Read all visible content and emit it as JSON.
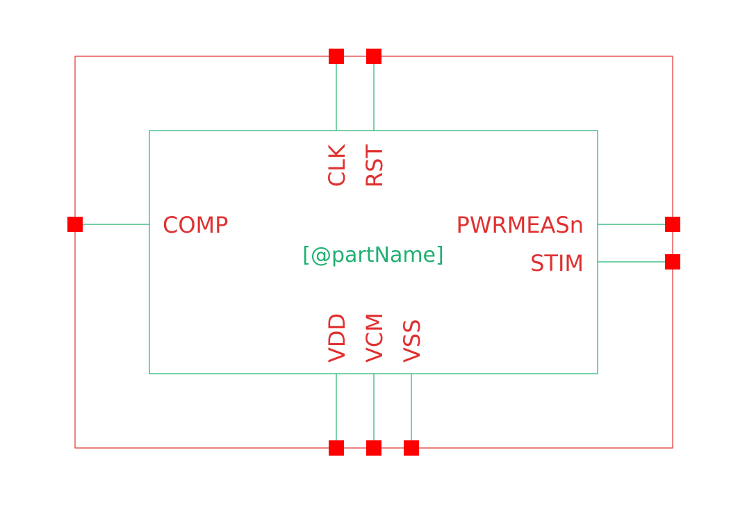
{
  "symbol": {
    "part_name": "[@partName]",
    "colors": {
      "bounding_box": "#e03030",
      "body": "#20b070",
      "pin_square": "#ff0000",
      "pin_label": "#e03030",
      "part_label": "#20b070"
    },
    "pins": {
      "clk": "CLK",
      "rst": "RST",
      "comp": "COMP",
      "pwrmeasn": "PWRMEASn",
      "stim": "STIM",
      "vdd": "VDD",
      "vcm": "VCM",
      "vss": "VSS"
    }
  }
}
